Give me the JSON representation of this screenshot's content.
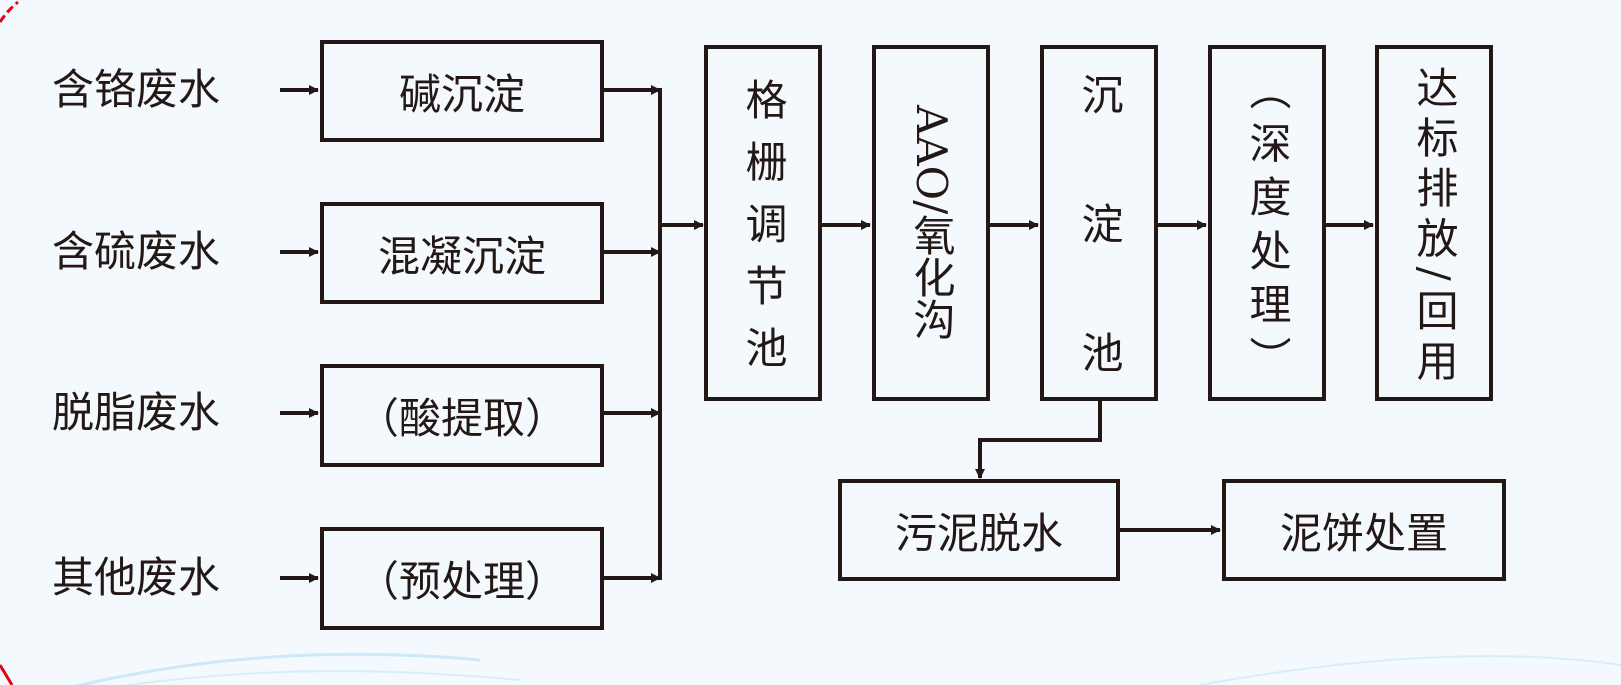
{
  "inputs": [
    "含铬废水",
    "含硫废水",
    "脱脂废水",
    "其他废水"
  ],
  "pretreatment": [
    "碱沉淀",
    "混凝沉淀",
    "（酸提取）",
    "（预处理）"
  ],
  "main_process": [
    "格栅调节池",
    "AAO/氧化沟",
    "沉淀池",
    "（深度处理）",
    "达标排放/回用"
  ],
  "sludge": [
    "污泥脱水",
    "泥饼处置"
  ],
  "colors": {
    "line": "#231815",
    "background": "#f4f9fd",
    "decor_red": "#e60012",
    "decor_blue": "#cde8f7"
  }
}
